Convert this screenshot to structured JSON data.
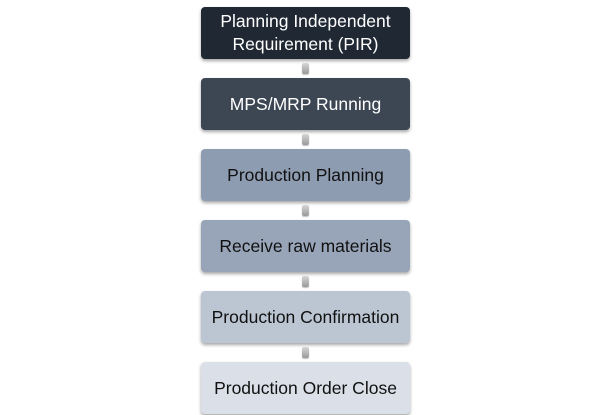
{
  "flowchart": {
    "steps": [
      {
        "label_line1": "Planning Independent",
        "label_line2": "Requirement (PIR)",
        "fill": "#1f2833",
        "text_color": "#ffffff"
      },
      {
        "label": "MPS/MRP Running",
        "fill": "#3d4754",
        "text_color": "#ffffff"
      },
      {
        "label": "Production Planning",
        "fill": "#8e9cb2",
        "text_color": "#111111"
      },
      {
        "label": "Receive raw materials",
        "fill": "#98a5b8",
        "text_color": "#111111"
      },
      {
        "label": "Production Confirmation",
        "fill": "#bcc6d3",
        "text_color": "#111111"
      },
      {
        "label": "Production Order Close",
        "fill": "#dbe0e8",
        "text_color": "#111111"
      }
    ],
    "connector_color": "#a9a9a9"
  }
}
